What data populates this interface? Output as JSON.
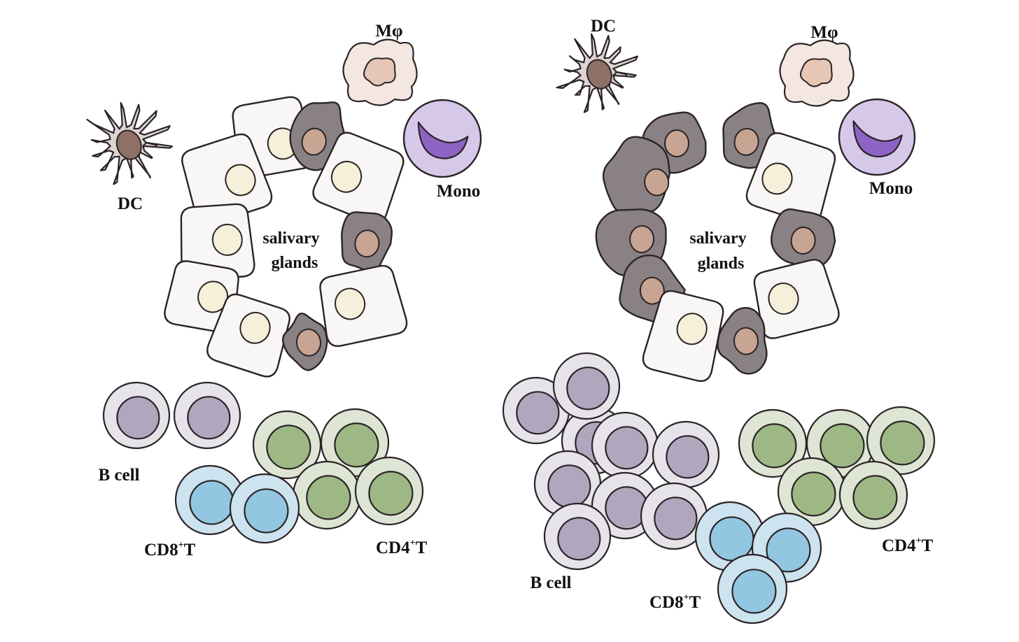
{
  "colors": {
    "epithelial_healthy": "#f8f7f6",
    "epithelial_damaged": "#8a8184",
    "nucleus_healthy": "#f6f0da",
    "nucleus_damaged": "#c8a493",
    "dc_body": "#ddd3d1",
    "dc_nucleus": "#8e7066",
    "macrophage_body": "#f4e6e1",
    "macrophage_nucleus": "#e6c6b5",
    "monocyte_body": "#d5c8e8",
    "monocyte_nucleus": "#8d63c5",
    "b_cell_outer": "#e6e3ea",
    "b_cell_inner": "#b0a6be",
    "cd8_t_outer": "#cde3ef",
    "cd8_t_inner": "#92c6e1",
    "cd4_t_outer": "#dee5d5",
    "cd4_t_inner": "#9db884"
  },
  "panels": [
    {
      "labels": {
        "gland_line1": "salivary",
        "gland_line2": "glands",
        "dc": "DC",
        "macrophage": "Mφ",
        "monocyte": "Mono",
        "b_cell": "B cell",
        "cd8_t_prefix": "CD8",
        "cd8_t_sup": "+",
        "cd8_t_suffix": "T",
        "cd4_t_prefix": "CD4",
        "cd4_t_sup": "+",
        "cd4_t_suffix": "T"
      }
    },
    {
      "labels": {
        "gland_line1": "salivary",
        "gland_line2": "glands",
        "dc": "DC",
        "macrophage": "Mφ",
        "monocyte": "Mono",
        "b_cell": "B cell",
        "cd8_t_prefix": "CD8",
        "cd8_t_sup": "+",
        "cd8_t_suffix": "T",
        "cd4_t_prefix": "CD4",
        "cd4_t_sup": "+",
        "cd4_t_suffix": "T"
      }
    }
  ]
}
